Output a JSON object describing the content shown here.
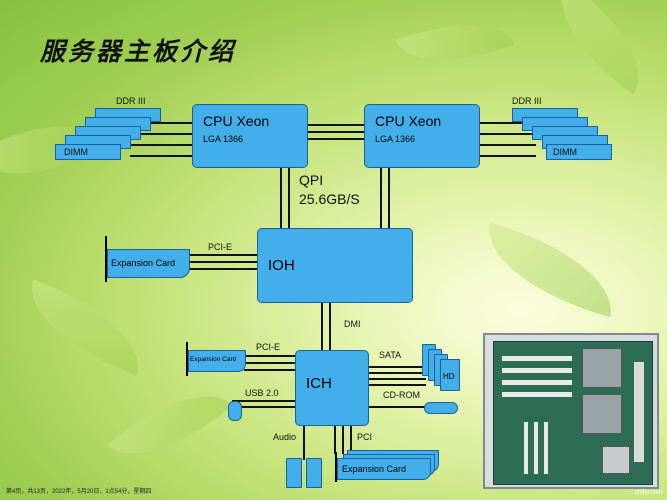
{
  "title": "服务器主板介绍",
  "cpus": [
    {
      "name": "CPU Xeon",
      "socket": "LGA 1366"
    },
    {
      "name": "CPU Xeon",
      "socket": "LGA 1366"
    }
  ],
  "memory": {
    "left_label": "DDR III",
    "right_label": "DDR III",
    "module_label": "DIMM"
  },
  "qpi": {
    "name": "QPI",
    "speed": "25.6GB/S"
  },
  "ioh": {
    "label": "IOH",
    "bus_label": "PCI-E",
    "card_label": "Expansion Card"
  },
  "dmi_label": "DMI",
  "ich": {
    "label": "ICH",
    "pcie_label": "PCI-E",
    "pcie_card_label": "Expansion Card",
    "usb_label": "USB 2.0",
    "sata_label": "SATA",
    "hd_label": "HD",
    "cdrom_label": "CD-ROM",
    "audio_label": "Audio",
    "pci_label": "PCI",
    "pci_card_label": "Expansion Card"
  },
  "footer": "第4页，共13页，2022年，5月20日，1点54分，星期四",
  "watermark": "zhihu.com",
  "colors": {
    "chip_fill": "#42aeea",
    "chip_border": "#1b5f9e",
    "line": "#000000"
  }
}
